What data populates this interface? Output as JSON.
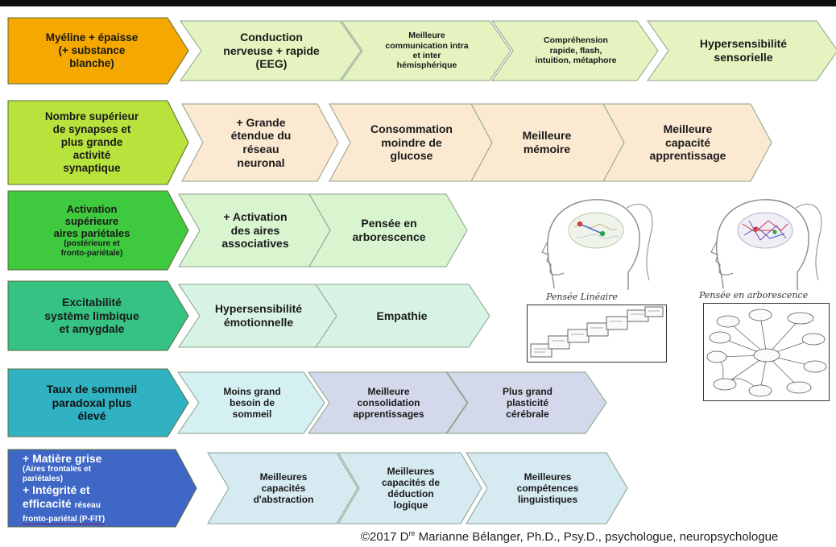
{
  "rows": [
    {
      "lead": {
        "lines": [
          "Myéline + épaisse",
          "(+ substance",
          "blanche)"
        ],
        "color": "#f5a800"
      },
      "items": [
        {
          "lines": [
            "Conduction",
            "nerveuse + rapide",
            "(EEG)"
          ]
        },
        {
          "lines": [
            "Meilleure",
            "communication intra",
            "et inter",
            "hémisphérique"
          ]
        },
        {
          "lines": [
            "Compréhension",
            "rapide, flash,",
            "intuition, métaphore"
          ]
        },
        {
          "lines": [
            "Hypersensibilité",
            "sensorielle"
          ]
        }
      ],
      "item_color": "#e4f3bf"
    },
    {
      "lead": {
        "lines": [
          "Nombre supérieur",
          "de synapses et",
          "plus grande",
          "activité",
          "synaptique"
        ],
        "color": "#b8e23c"
      },
      "items": [
        {
          "lines": [
            "+ Grande",
            "étendue du",
            "réseau",
            "neuronal"
          ]
        },
        {
          "lines": [
            "Consommation",
            "moindre de",
            "glucose"
          ]
        },
        {
          "lines": [
            "Meilleure",
            "mémoire"
          ]
        },
        {
          "lines": [
            "Meilleure",
            "capacité",
            "apprentissage"
          ]
        }
      ],
      "item_color": "#fbe9d2"
    },
    {
      "lead": {
        "lines": [
          "Activation",
          "supérieure",
          "aires pariétales"
        ],
        "sub": [
          "(postérieure et",
          "fronto-pariétale)"
        ],
        "color": "#3ec93e"
      },
      "items": [
        {
          "lines": [
            "+ Activation",
            "des aires",
            "associatives"
          ]
        },
        {
          "lines": [
            "Pensée en",
            "arborescence"
          ]
        }
      ],
      "item_color": "#d8f5d0"
    },
    {
      "lead": {
        "lines": [
          "Excitabilité",
          "système limbique",
          "et amygdale"
        ],
        "color": "#35c283"
      },
      "items": [
        {
          "lines": [
            "Hypersensibilité",
            "émotionnelle"
          ]
        },
        {
          "lines": [
            "Empathie"
          ]
        }
      ],
      "item_color": "#d6f3e4"
    },
    {
      "lead": {
        "lines": [
          "Taux de sommeil",
          "paradoxal plus",
          "élevé"
        ],
        "color": "#31b2c3"
      },
      "items": [
        {
          "lines": [
            "Moins grand",
            "besoin de",
            "sommeil"
          ]
        },
        {
          "lines": [
            "Meilleure",
            "consolidation",
            "apprentissages"
          ]
        },
        {
          "lines": [
            "Plus grand",
            "plasticité",
            "cérébrale"
          ]
        }
      ],
      "item_colors": [
        "#d5f0f2",
        "#d3d9ea",
        "#d3d9ea"
      ]
    },
    {
      "lead": {
        "color": "#3f67c6",
        "line1": "+ Matière grise",
        "sub1": [
          "(Aires frontales et",
          "pariétales)"
        ],
        "line2a": "+ Intégrité et",
        "line2b": "efficacité",
        "line2b_small": "réseau",
        "sub2": "fronto-pariétal (P-FIT)"
      },
      "items": [
        {
          "lines": [
            "Meilleures",
            "capacités",
            "d'abstraction"
          ]
        },
        {
          "lines": [
            "Meilleures",
            "capacités de",
            "déduction",
            "logique"
          ]
        },
        {
          "lines": [
            "Meilleures",
            "compétences",
            "linguistiques"
          ]
        }
      ],
      "item_color": "#d6eaf2"
    }
  ],
  "illustrations": {
    "left_caption": "Pensée Linéaire",
    "right_caption": "Pensée en arborescence"
  },
  "footer": {
    "prefix": "©2017 D",
    "sup": "re",
    "rest": " Marianne Bélanger, Ph.D., Psy.D., psychologue, neuropsychologue"
  }
}
